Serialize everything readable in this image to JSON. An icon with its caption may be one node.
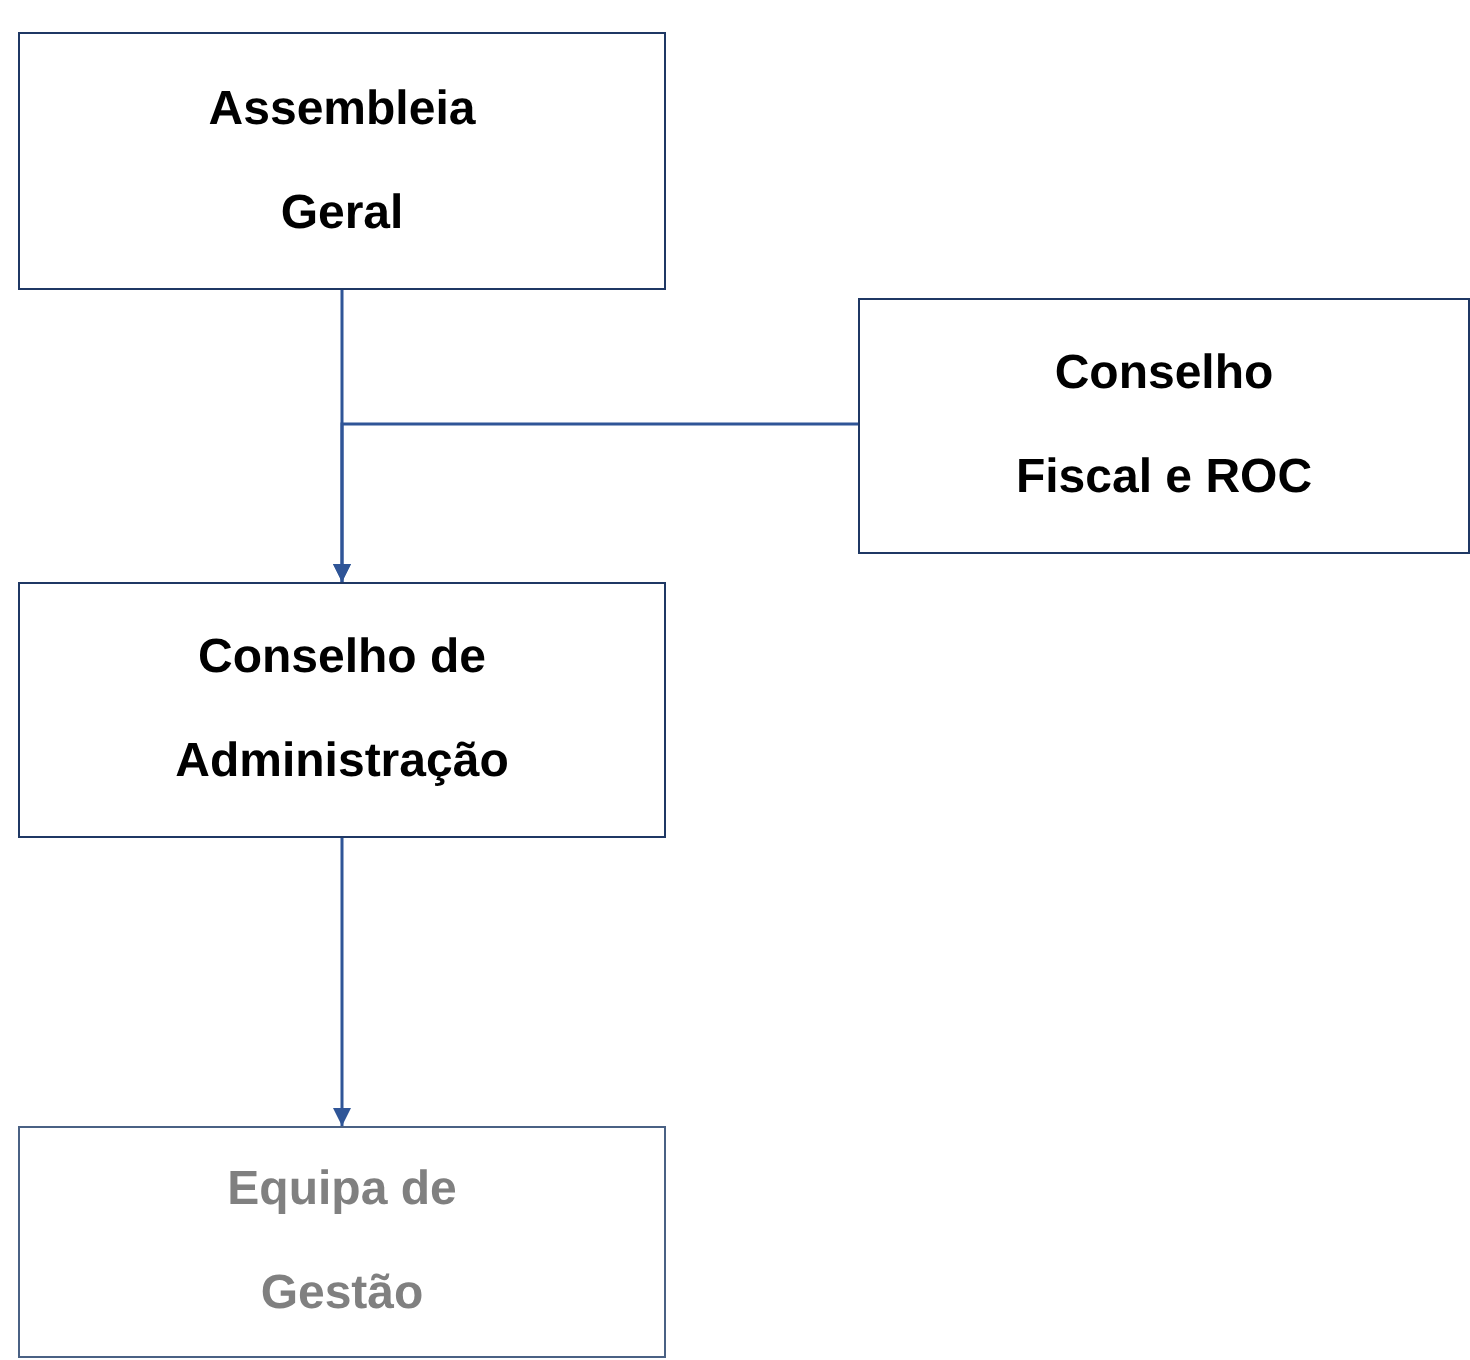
{
  "diagram": {
    "nodes": [
      {
        "text": [
          "Assembleia Geral"
        ]
      },
      {
        "text": [
          "Conselho Fiscal e ROC"
        ]
      },
      {
        "text": [
          "Conselho de Administração"
        ]
      },
      {
        "text": [
          "Equipa de Gestão"
        ]
      }
    ],
    "edges": [
      {
        "from": 0,
        "to": 2,
        "arrow": "to"
      },
      {
        "from": 1,
        "to": 2,
        "arrow": "to"
      },
      {
        "from": 2,
        "to": 3,
        "arrow": "to"
      }
    ]
  }
}
